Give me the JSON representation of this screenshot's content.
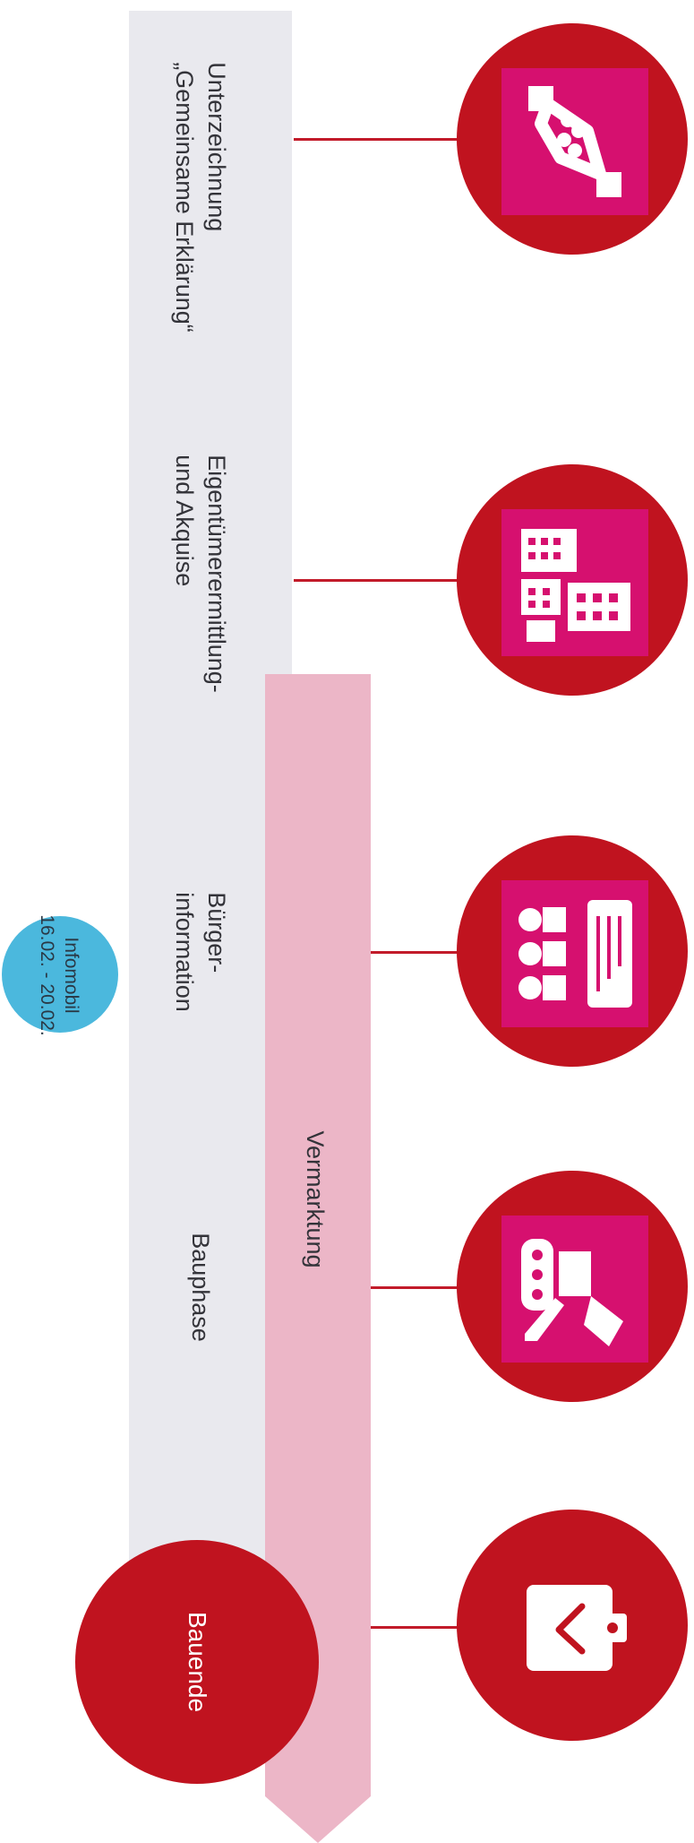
{
  "timeline": {
    "stages": [
      {
        "label": "Unterzeichnung\n„Gemeinsame Erklärung“",
        "icon": "handshake-icon"
      },
      {
        "label": "Eigentümerermittlung-\nund Akquise",
        "icon": "buildings-icon"
      },
      {
        "label": "Bürger-\ninformation",
        "icon": "audience-presentation-icon"
      },
      {
        "label": "Bauphase",
        "icon": "construction-excavator-icon"
      }
    ],
    "end": {
      "label": "Bauende",
      "icon": "door-exit-icon"
    },
    "marketing": {
      "label": "Vermarktung"
    },
    "infomobil": {
      "label": "Infomobil\n16.02. - 20.02."
    }
  },
  "colors": {
    "milestone_red": "#c0131f",
    "icon_magenta": "#d6106f",
    "band_grey": "#e9e9ee",
    "marketing_pink": "#ecb6c7",
    "infomobil_blue": "#4bb8dd"
  }
}
